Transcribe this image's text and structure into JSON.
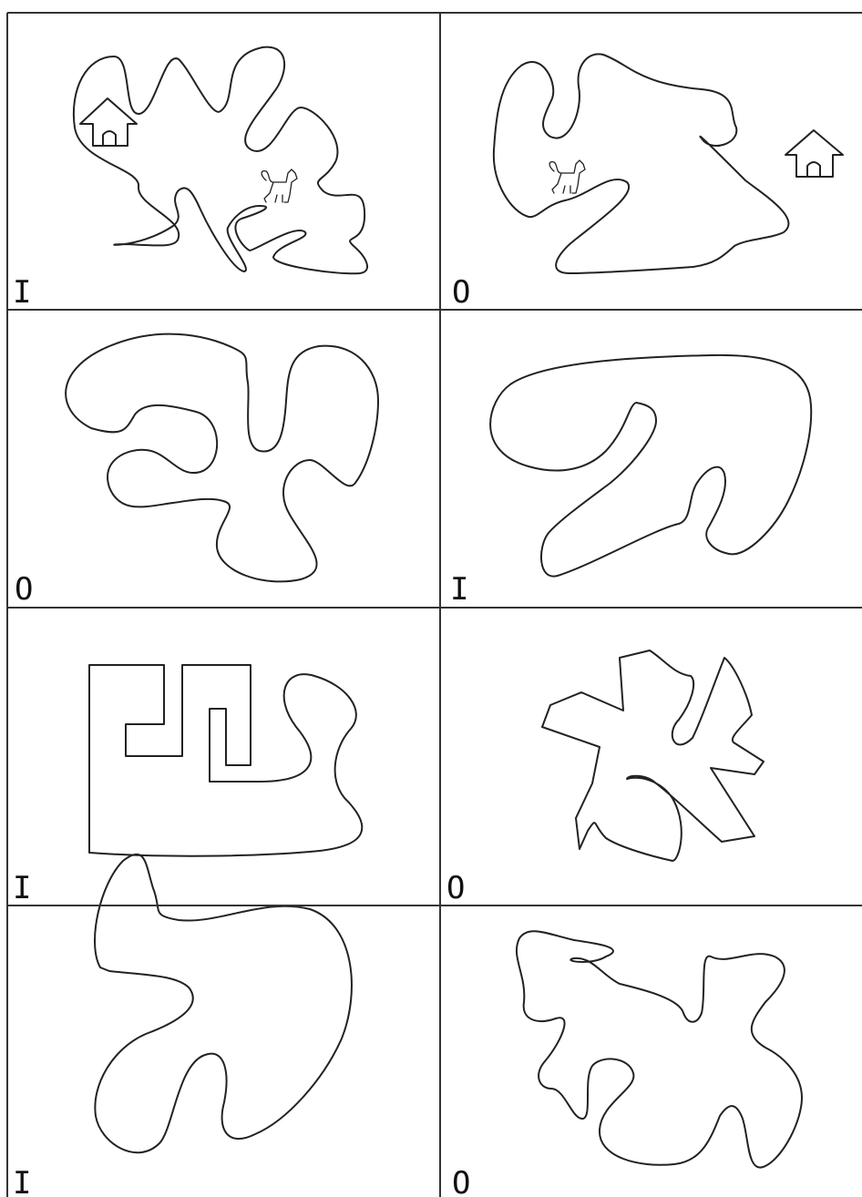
{
  "colors": {
    "grid": "#333333",
    "stroke": "#222222",
    "background": "#ffffff"
  },
  "cells": [
    {
      "label": "I",
      "icons": [
        "house-icon",
        "dog-icon"
      ]
    },
    {
      "label": "O",
      "icons": [
        "dog-icon",
        "house-icon"
      ]
    },
    {
      "label": "O",
      "icons": []
    },
    {
      "label": "I",
      "icons": []
    },
    {
      "label": "I",
      "icons": []
    },
    {
      "label": "O",
      "icons": []
    },
    {
      "label": "I",
      "icons": []
    },
    {
      "label": "O",
      "icons": []
    }
  ]
}
